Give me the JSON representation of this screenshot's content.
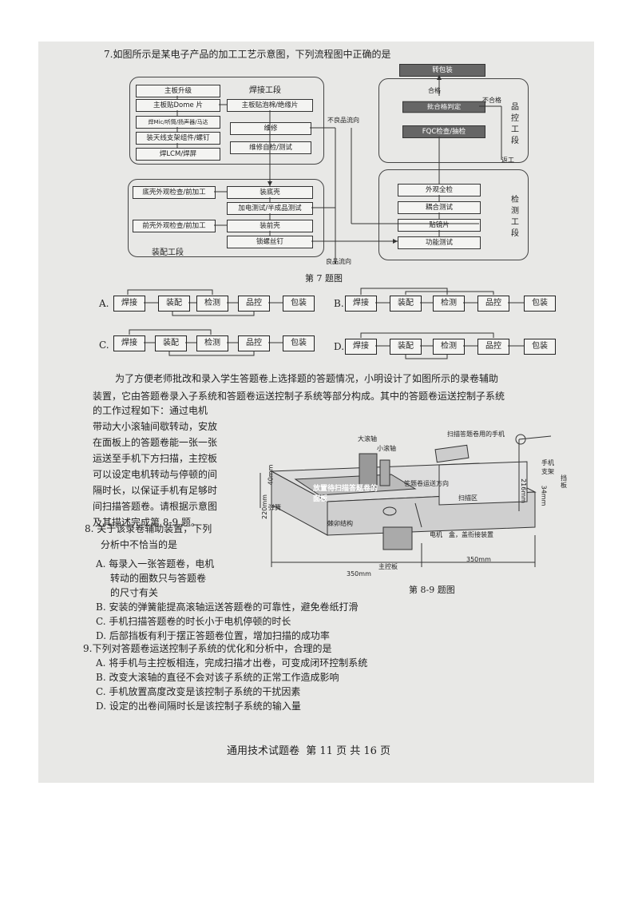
{
  "q7": {
    "stem": "7.如图所示是某电子产品的加工工艺示意图，下列流程图中正确的是",
    "fig_caption": "第 7 题图",
    "sections": {
      "weld": "焊接工段",
      "assembly": "装配工段",
      "qc": "品控工段",
      "inspect": "检测工段"
    },
    "weld_left": [
      "主板升级",
      "主板贴Dome 片",
      "焊Mic/听筒/扬声器/马达",
      "装天线支架组件/螺钉",
      "焊LCM/焊屏"
    ],
    "weld_right": [
      "主板贴泡棉/绝缘片",
      "维修",
      "维修自检/测试"
    ],
    "assembly_left": [
      "底壳外观检查/前加工",
      "前壳外观检查/前加工"
    ],
    "assembly_right": [
      "装底壳",
      "加电测试/半成品测试",
      "装前壳",
      "锁螺丝钉"
    ],
    "inspect_boxes": [
      "外观全检",
      "耦合测试",
      "贴镜片",
      "功能测试"
    ],
    "qc_boxes": [
      "转包装",
      "批合格判定",
      "FQC检查/抽检"
    ],
    "flow_labels": {
      "bad": "不良品流向",
      "good": "良品流向",
      "pass": "合格",
      "fail": "不合格",
      "return": "返工"
    },
    "options": [
      {
        "letter": "A.",
        "steps": [
          "焊接",
          "装配",
          "检测",
          "品控",
          "包装"
        ]
      },
      {
        "letter": "B.",
        "steps": [
          "焊接",
          "装配",
          "检测",
          "品控",
          "包装"
        ]
      },
      {
        "letter": "C.",
        "steps": [
          "焊接",
          "装配",
          "检测",
          "品控",
          "包装"
        ]
      },
      {
        "letter": "D.",
        "steps": [
          "焊接",
          "装配",
          "检测",
          "品控",
          "包装"
        ]
      }
    ]
  },
  "intro": {
    "line1": "为了方便老师批改和录入学生答题卷上选择题的答题情况，小明设计了如图所示的录卷辅助",
    "line2": "装置，它由答题卷录入子系统和答题卷运送控制子系统等部分构成。其中的答题卷运送控制子系统",
    "lines": [
      "的工作过程如下：通过电机",
      "带动大小滚轴间歇转动，安放",
      "在面板上的答题卷能一张一张",
      "运送至手机下方扫描，主控板",
      "可以设定电机转动与停顿的间",
      "隔时长，以保证手机有足够时",
      "间扫描答题卷。请根据示意图",
      "及其描述完成第 8-9 题。"
    ]
  },
  "fig89": {
    "caption": "第 8-9 题图",
    "labels": {
      "big_roller": "大滚轴",
      "small_roller": "小滚轴",
      "phone": "扫描答题卷用的手机",
      "holder": "手机支架",
      "baffle": "挡板",
      "panel": "放置待扫描答题卷的面板",
      "direction": "答题卷运送方向",
      "scan": "扫描区",
      "spring": "弹簧",
      "pinch": "棘卯结构",
      "motor": "电机",
      "box": "盒，盖衔接装置",
      "board": "主控板",
      "d350a": "350",
      "d350b": "350",
      "d220": "220",
      "d216": "216",
      "d40": "40",
      "d34": "34",
      "unit": "mm"
    }
  },
  "q8": {
    "stem1": "8. 关于该录卷辅助装置，下列",
    "stem2": "分析中不恰当的是",
    "A1": "A. 每录入一张答题卷，电机",
    "A2": "转动的圈数只与答题卷",
    "A3": "的尺寸有关",
    "B": "B. 安装的弹簧能提高滚轴运送答题卷的可靠性，避免卷纸打滑",
    "C": "C. 手机扫描答题卷的时长小于电机停顿的时长",
    "D": "D. 后部挡板有利于摆正答题卷位置，增加扫描的成功率"
  },
  "q9": {
    "stem": "9.下列对答题卷运送控制子系统的优化和分析中，合理的是",
    "A": "A. 将手机与主控板相连，完成扫描才出卷，可变成闭环控制系统",
    "B": "B. 改变大滚轴的直径不会对该子系统的正常工作造成影响",
    "C": "C. 手机放置高度改变是该控制子系统的干扰因素",
    "D": "D. 设定的出卷间隔时长是该控制子系统的输入量"
  },
  "footer": "通用技术试题卷  第 11 页 共 16 页"
}
